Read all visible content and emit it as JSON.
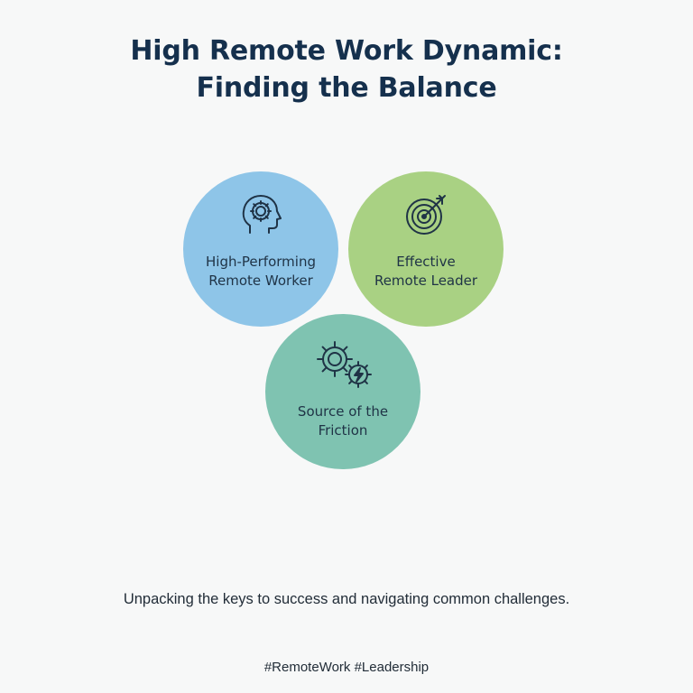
{
  "title": {
    "line1": "High Remote Work Dynamic:",
    "line2": "Finding the Balance"
  },
  "circles": [
    {
      "id": "worker",
      "icon": "head-gear-icon",
      "color": "#8ec5e8",
      "label_line1": "High-Performing",
      "label_line2": "Remote Worker"
    },
    {
      "id": "leader",
      "icon": "target-arrow-icon",
      "color": "#a9d183",
      "label_line1": "Effective",
      "label_line2": "Remote Leader"
    },
    {
      "id": "friction",
      "icon": "gears-lightning-icon",
      "color": "#7fc3b1",
      "label_line1": "Source of the",
      "label_line2": "Friction"
    }
  ],
  "subtitle": "Unpacking the keys to success and navigating common challenges.",
  "hashtags": "#RemoteWork #Leadership",
  "colors": {
    "title": "#15304d",
    "background": "#f7f8f8",
    "text": "#1f3346"
  }
}
